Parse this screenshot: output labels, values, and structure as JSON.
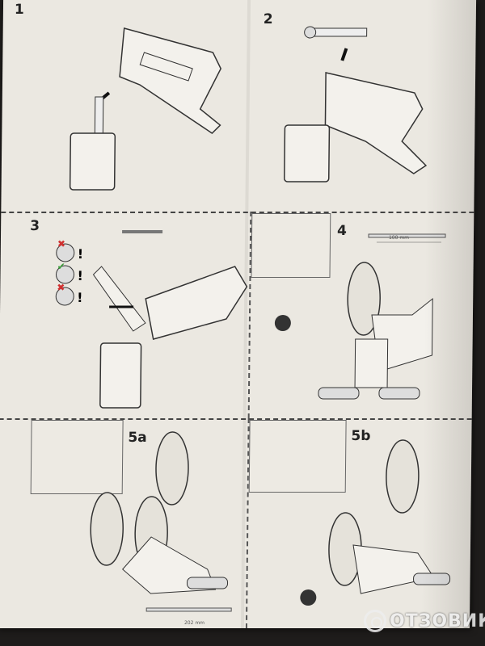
{
  "steps": {
    "s1": "1",
    "s2": "2",
    "s3": "3",
    "s4": "4",
    "s5a": "5a",
    "s5b": "5b"
  },
  "dimensions": {
    "axle_4": "100 mm",
    "axle_5a": "202 mm"
  },
  "warning_mark": "!",
  "watermark": "ОТЗОВИК",
  "colors": {
    "paper": "#ebe8e1",
    "background": "#1e1c1b",
    "ink": "#333333",
    "check": "#3a9a3a",
    "cross": "#d03030"
  }
}
